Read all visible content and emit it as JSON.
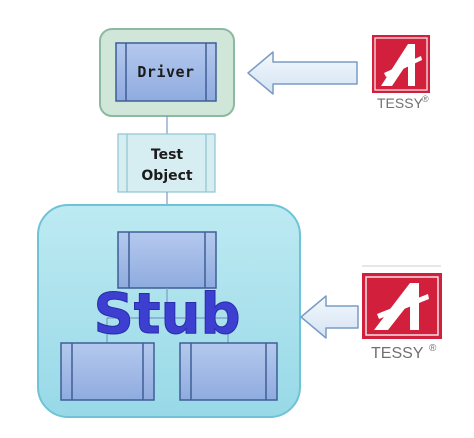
{
  "driver": {
    "label": "Driver"
  },
  "test_object": {
    "line1": "Test",
    "line2": "Object"
  },
  "stub": {
    "label": "Stub"
  },
  "logos": [
    {
      "name": "TESSY",
      "mark": "®"
    },
    {
      "name": "TESSY",
      "mark": "®"
    }
  ],
  "colors": {
    "outer_green": "#cfe6d9",
    "outer_green_stroke": "#8db9a2",
    "module_fill": "#9db8e6",
    "module_stroke": "#3f5e95",
    "test_fill": "#d6eef2",
    "stub_fill": "#a9e3ee",
    "stub_stroke": "#6fc3d6",
    "stub_text": "#3c3fd0",
    "arrow_fill": "#e3eef8",
    "arrow_stroke": "#7a9cc4",
    "logo_red": "#d21f3c"
  }
}
